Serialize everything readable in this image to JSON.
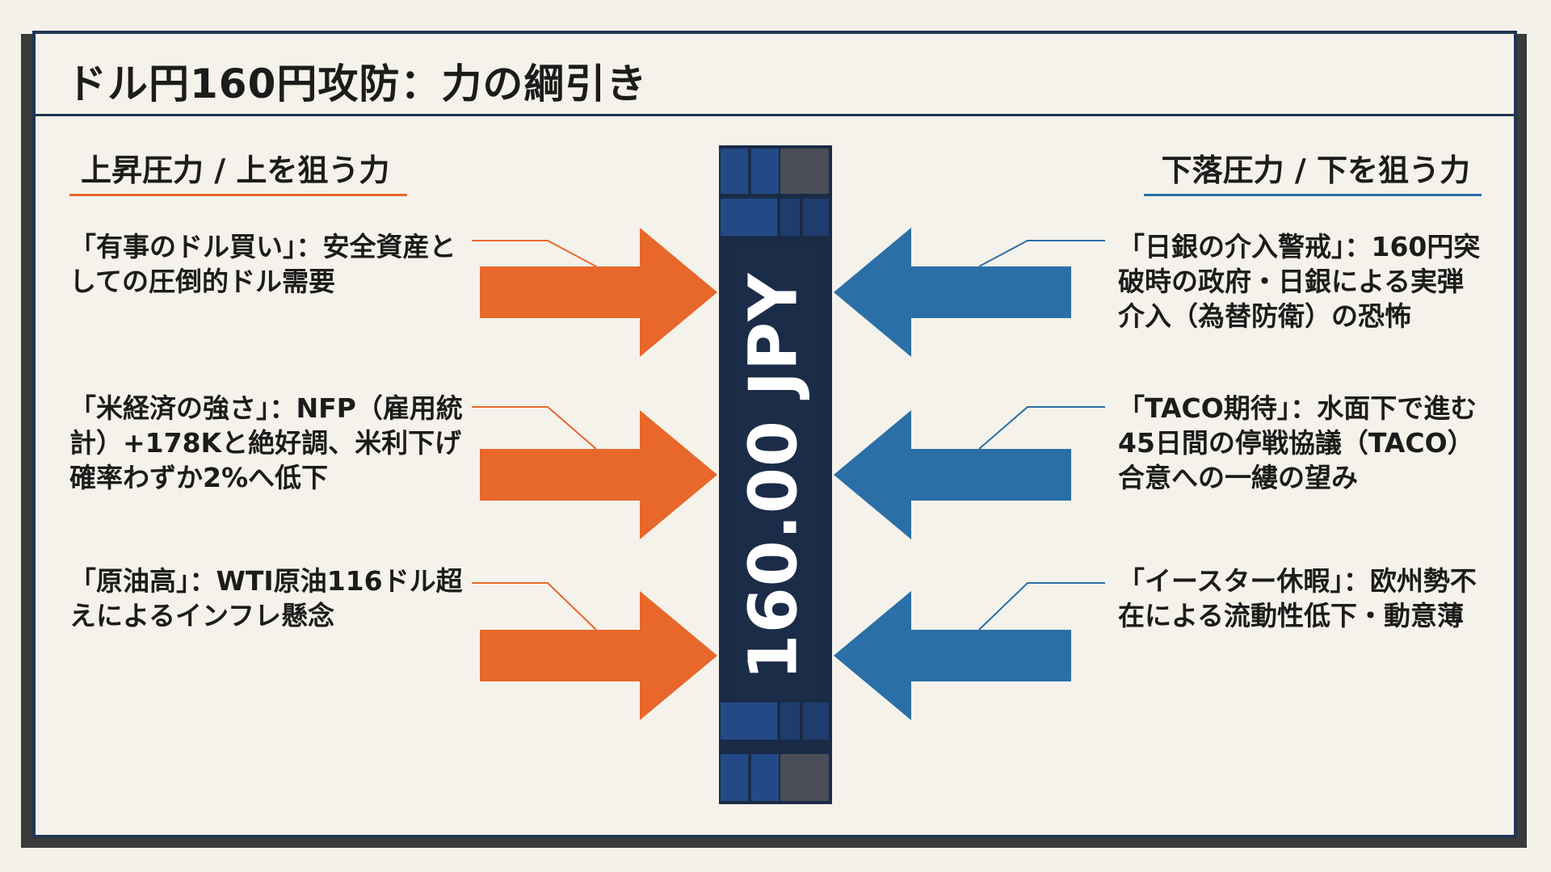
{
  "title": "ドル円160円攻防：力の綱引き",
  "price": "160.00 JPY",
  "upward": {
    "heading": "上昇圧力 / 上を狙う力",
    "color": "#e8672a",
    "factors": [
      "「有事のドル買い」：安全資産としての圧倒的ドル需要",
      "「米経済の強さ」：NFP（雇用統計）+178Kと絶好調、米利下げ確率わずか2%へ低下",
      "「原油高」：WTI原油116ドル超えによるインフレ懸念"
    ]
  },
  "downward": {
    "heading": "下落圧力 / 下を狙う力",
    "color": "#2a6fa6",
    "factors": [
      "「日銀の介入警戒」：160円突破時の政府・日銀による実弾介入（為替防衛）の恐怖",
      "「TACO期待」：水面下で進む45日間の停戦協議（TACO）合意への一縷の望み",
      "「イースター休暇」：欧州勢不在による流動性低下・動意薄"
    ]
  },
  "colors": {
    "frame": "#1f3553",
    "wall_dark": "#1a2b47",
    "wall_brick": "#234a86"
  }
}
